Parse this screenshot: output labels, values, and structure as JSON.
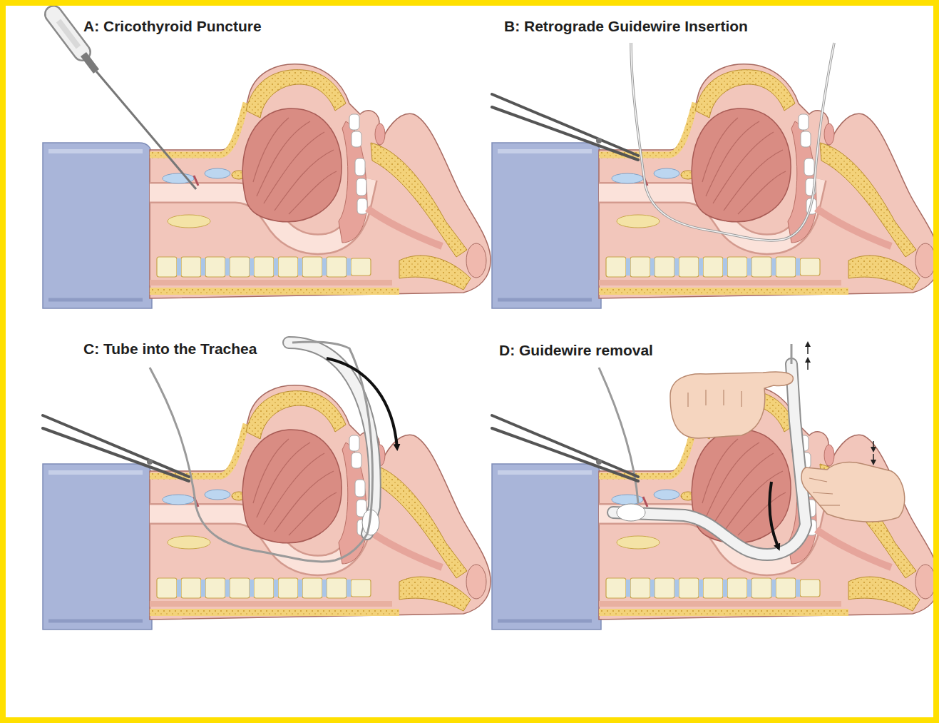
{
  "diagram": {
    "labels": [
      "A: Cricothyroid Puncture",
      "B: Retrograde Guidewire Insertion",
      "C: Tube into the Trachea",
      "D: Guidewire removal"
    ]
  }
}
